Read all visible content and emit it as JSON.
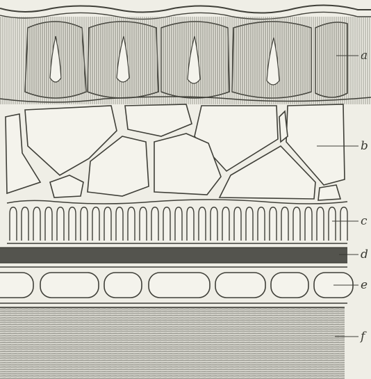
{
  "figure": {
    "labels": {
      "a": "a",
      "b": "b",
      "c": "c",
      "d": "d",
      "e": "e",
      "f": "f"
    },
    "colors": {
      "paper": "#efeee6",
      "ink": "#3f3f38",
      "hatch": "#6f6f66",
      "dark_band": "#555550",
      "cell_fill": "#f4f3ec"
    }
  }
}
